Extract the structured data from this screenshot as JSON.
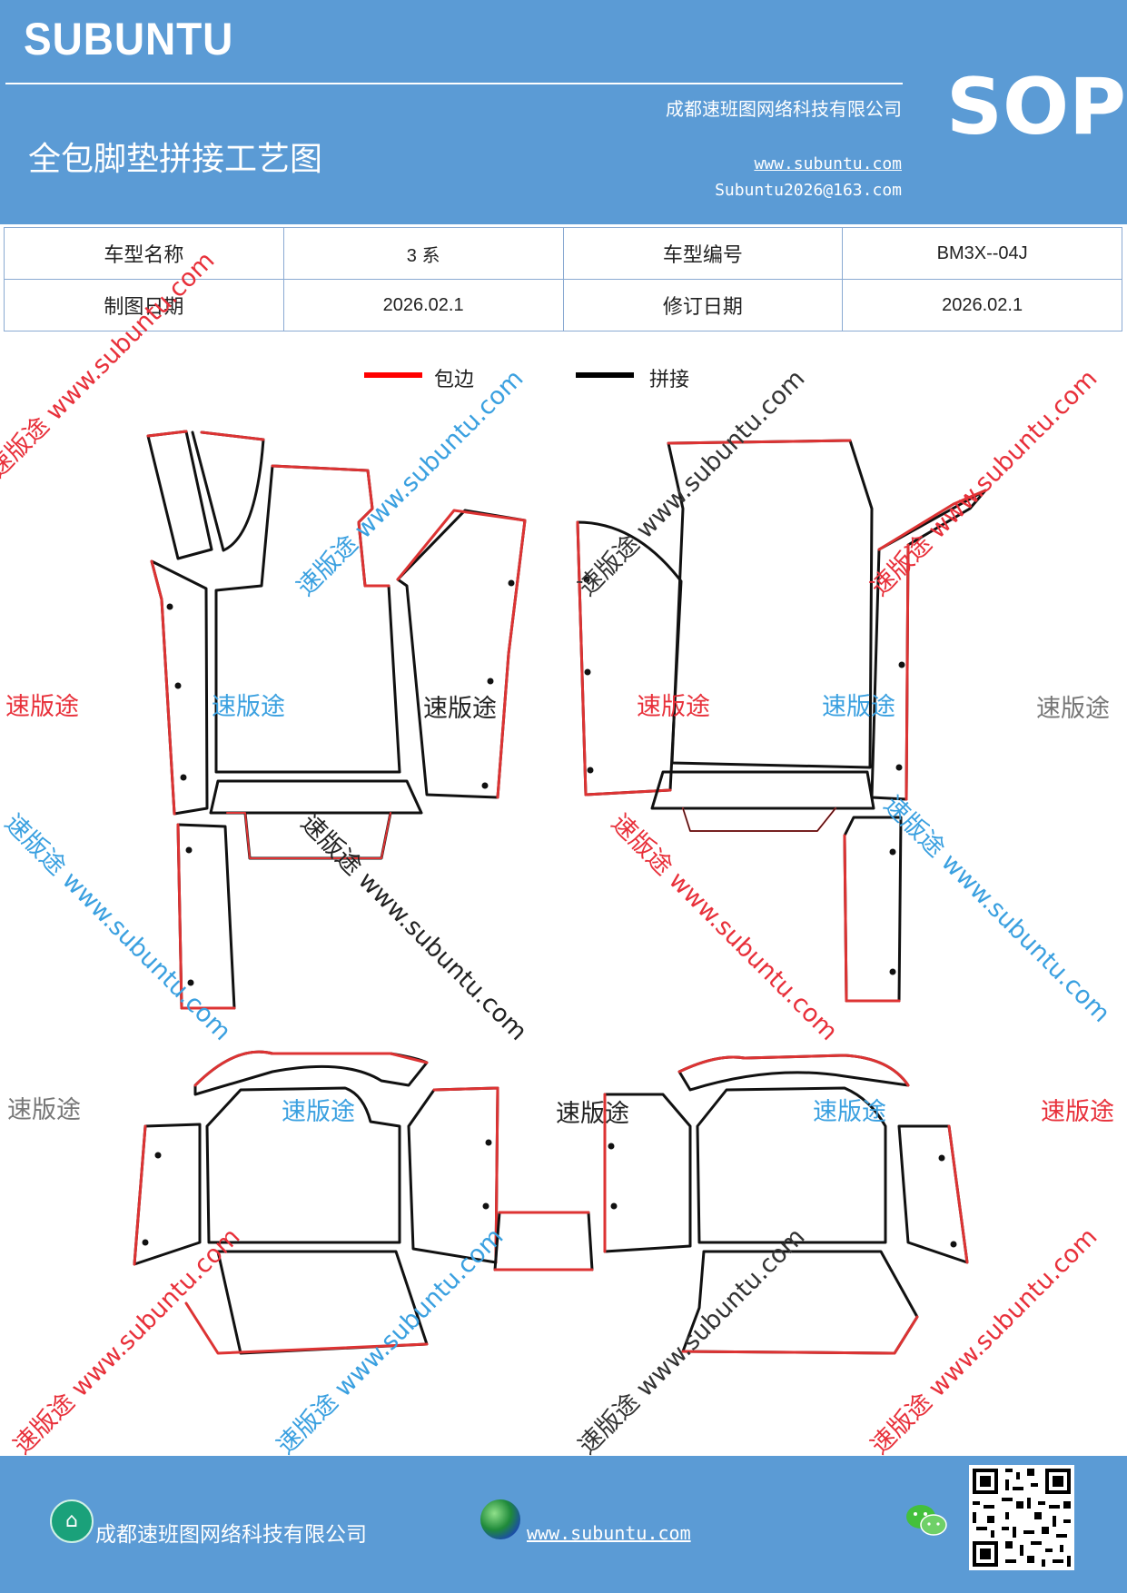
{
  "header": {
    "brand": "SUBUNTU",
    "company": "成都速班图网络科技有限公司",
    "title": "全包脚垫拼接工艺图",
    "website": "www.subuntu.com",
    "email": "Subuntu2026@163.com",
    "doc_type": "SOP"
  },
  "info_table": {
    "model_name_label": "车型名称",
    "model_name": "3 系",
    "model_code_label": "车型编号",
    "model_code": "BM3X--04J",
    "draw_date_label": "制图日期",
    "draw_date": "2026.02.1",
    "revise_date_label": "修订日期",
    "revise_date": "2026.02.1"
  },
  "legend": {
    "edge_label": "包边",
    "edge_color": "#ff0000",
    "join_label": "拼接",
    "join_color": "#000000"
  },
  "watermarks": {
    "brand": "速版途",
    "diag_a": "速版途 www.subuntu.com",
    "diag_b": "速版途 www.subuntu.com",
    "diag_c": "速版途 www.subuntu.com",
    "diag_d": "速版途 www.subuntu.com",
    "diag_e": "速版途 www.subuntu.com",
    "diag_f": "速版途 www.subuntu.com",
    "diag_g": "速版途 www.subuntu.com",
    "diag_h": "速版途 www.subuntu.com",
    "diag_i": "速版途 www.subuntu.com",
    "diag_j": "速版途 www.subuntu.com",
    "diag_k": "速版途 www.subuntu.com",
    "diag_l": "速版途 www.subuntu.com",
    "colors": {
      "red": "#e8303a",
      "blue": "#3aa0e0",
      "dark": "#222222",
      "gray": "#777777"
    }
  },
  "footer": {
    "company": "成都速班图网络科技有限公司",
    "website": "www.subuntu.com"
  }
}
